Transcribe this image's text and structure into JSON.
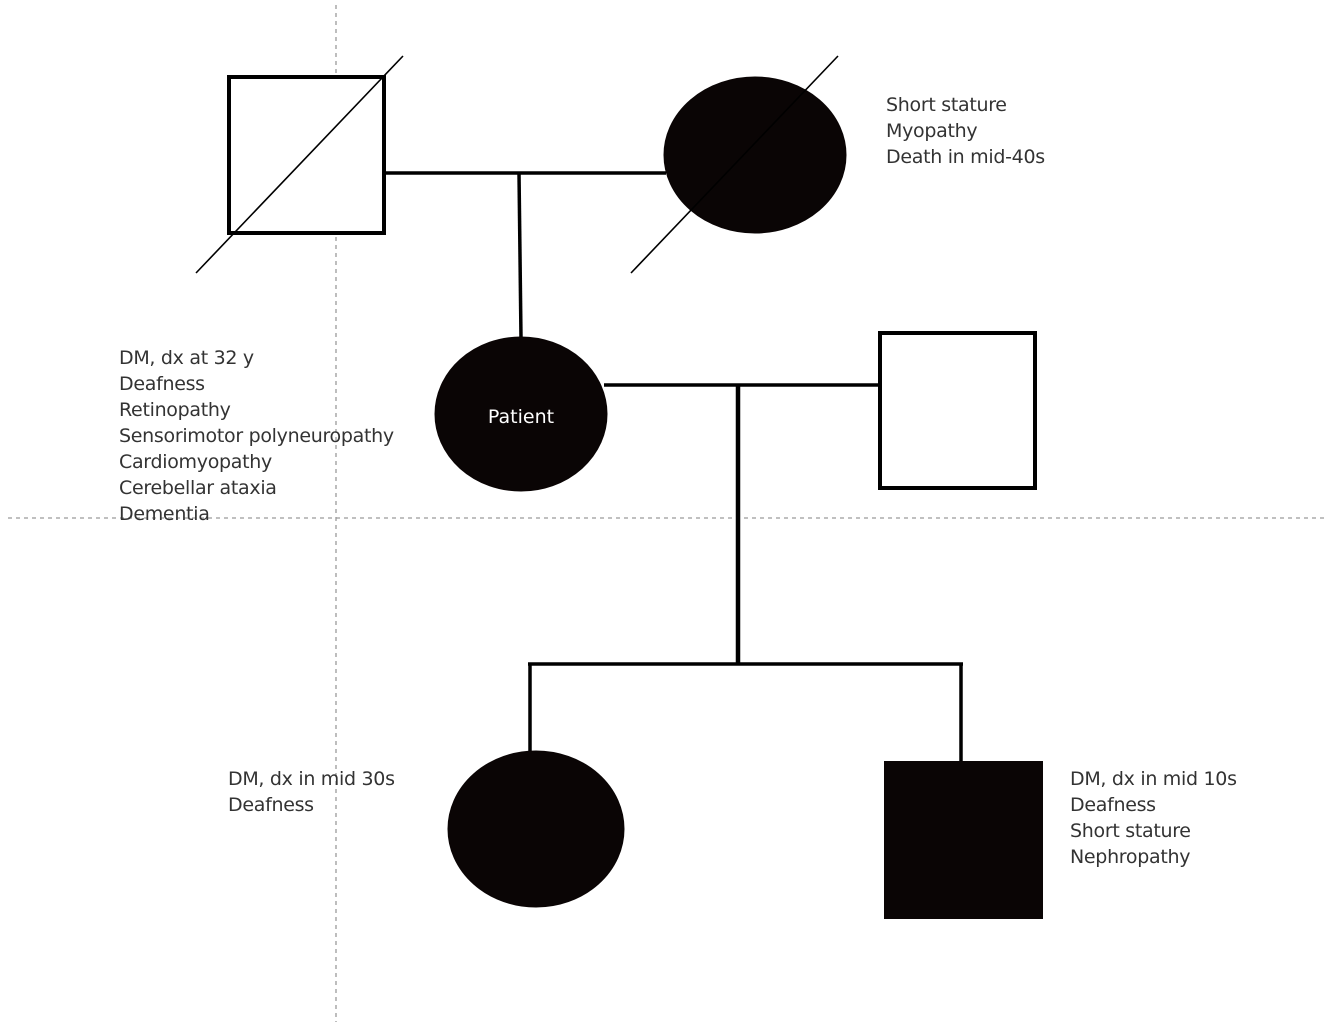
{
  "colors": {
    "affected_fill": "#0a0505",
    "unaffected_fill": "#ffffff",
    "line": "#000000",
    "guide_line": "#9a9a9a",
    "text": "#333333"
  },
  "individuals": {
    "grandfather": {
      "sex": "male",
      "affected": false,
      "deceased": true
    },
    "grandmother": {
      "sex": "female",
      "affected": true,
      "deceased": true,
      "notes": [
        "Short stature",
        "Myopathy",
        "Death in mid-40s"
      ]
    },
    "patient": {
      "sex": "female",
      "affected": true,
      "deceased": false,
      "label": "Patient",
      "notes": [
        "DM, dx at 32 y",
        "Deafness",
        "Retinopathy",
        "Sensorimotor polyneuropathy",
        "Cardiomyopathy",
        "Cerebellar ataxia",
        "Dementia"
      ]
    },
    "husband": {
      "sex": "male",
      "affected": false,
      "deceased": false
    },
    "daughter": {
      "sex": "female",
      "affected": true,
      "deceased": false,
      "notes": [
        "DM, dx in mid 30s",
        "Deafness"
      ]
    },
    "son": {
      "sex": "male",
      "affected": true,
      "deceased": false,
      "notes": [
        "DM, dx in mid 10s",
        "Deafness",
        "Short stature",
        "Nephropathy"
      ]
    }
  }
}
